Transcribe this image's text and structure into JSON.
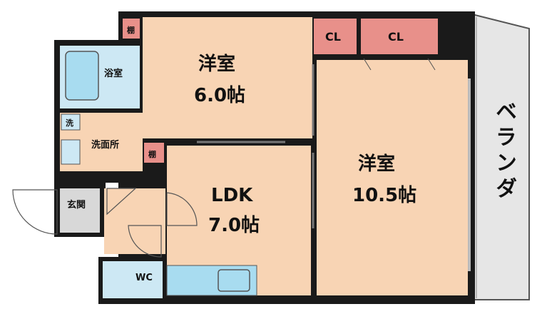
{
  "rooms": {
    "western_small": {
      "name": "洋室",
      "size": "6.0帖"
    },
    "western_large": {
      "name": "洋室",
      "size": "10.5帖"
    },
    "ldk": {
      "name": "LDK",
      "size": "7.0帖"
    },
    "bath": {
      "name": "浴室"
    },
    "washroom": {
      "name": "洗面所"
    },
    "washer": {
      "name": "洗"
    },
    "entrance": {
      "name": "玄関"
    },
    "toilet": {
      "name": "WC"
    },
    "closet_1": {
      "name": "CL"
    },
    "closet_2": {
      "name": "CL"
    },
    "shelf_1": {
      "name": "棚"
    },
    "shelf_2": {
      "name": "棚"
    },
    "balcony": {
      "name": "ベランダ"
    }
  },
  "colors": {
    "wall": "#1a1a1a",
    "room_floor": "#f8d4b4",
    "closet": "#e8908a",
    "bath": "#a8dcf0",
    "wet_area": "#cde8f4",
    "kitchen": "#a8dcf0",
    "entrance": "#d8d8d8",
    "balcony": "#e6e6e6"
  }
}
